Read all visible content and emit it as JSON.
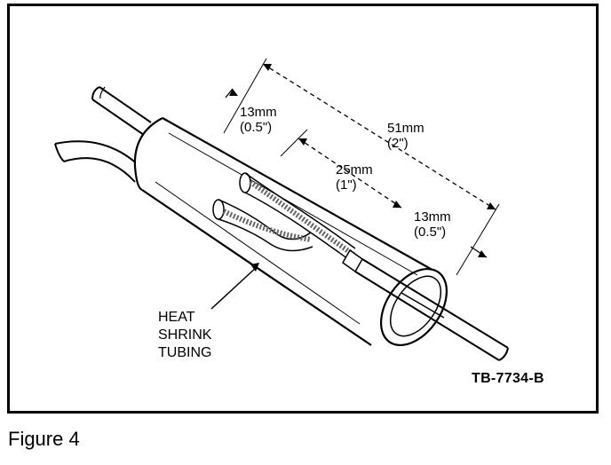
{
  "figure": {
    "code": "TB-7734-B",
    "caption": "Figure 4"
  },
  "dimensions": {
    "left_short": {
      "metric": "13mm",
      "imperial": "(0.5\")"
    },
    "overall": {
      "metric": "51mm",
      "imperial": "(2\")"
    },
    "middle": {
      "metric": "25mm",
      "imperial": "(1\")"
    },
    "right_short": {
      "metric": "13mm",
      "imperial": "(0.5\")"
    }
  },
  "callout": {
    "line1": "HEAT",
    "line2": "SHRINK",
    "line3": "TUBING"
  }
}
